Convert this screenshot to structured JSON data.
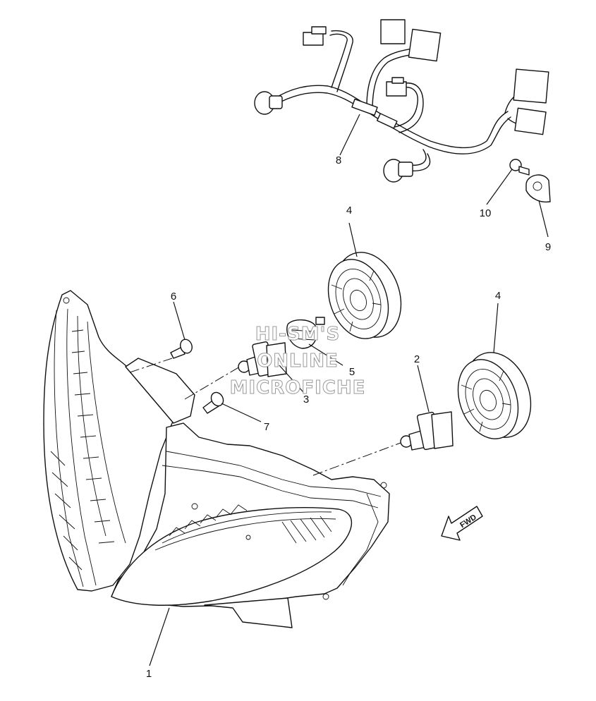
{
  "callouts": {
    "c1": "1",
    "c2": "2",
    "c3": "3",
    "c4a": "4",
    "c4b": "4",
    "c5": "5",
    "c6": "6",
    "c7": "7",
    "c8": "8",
    "c9": "9",
    "c10": "10"
  },
  "watermark": {
    "line1": "HI-SM'S",
    "line2": "ONLINE",
    "line3": "MICROFICHE"
  },
  "direction_arrow": {
    "label": "FWD"
  },
  "colors": {
    "line": "#111111",
    "watermark_outline": "#9a9a9a",
    "background": "#ffffff"
  }
}
